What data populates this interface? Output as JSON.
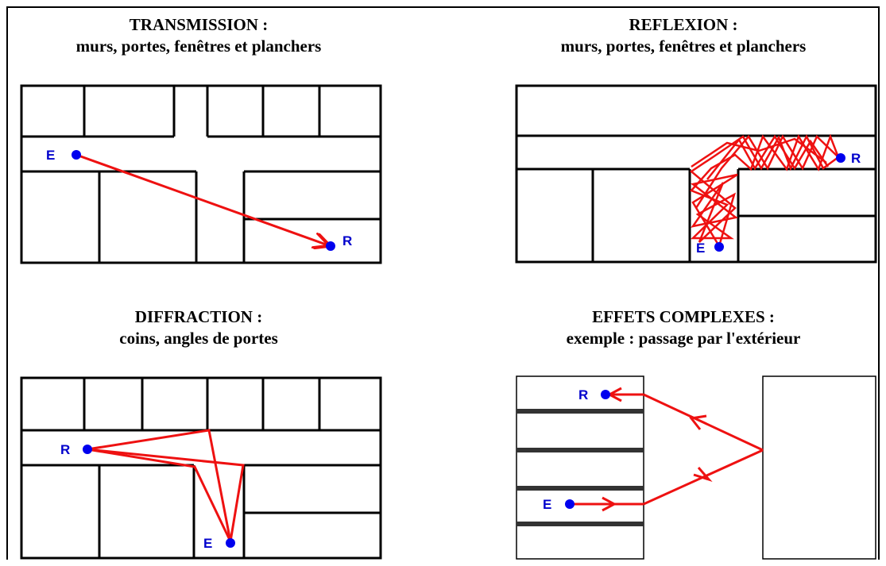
{
  "panels": {
    "transmission": {
      "title": "TRANSMISSION :",
      "subtitle": "murs, portes, fenêtres et planchers",
      "emitter": "E",
      "receiver": "R"
    },
    "reflexion": {
      "title": "REFLEXION :",
      "subtitle": "murs, portes,  fenêtres et planchers",
      "emitter": "E",
      "receiver": "R"
    },
    "diffraction": {
      "title": "DIFFRACTION :",
      "subtitle": "coins, angles de portes",
      "emitter": "E",
      "receiver": "R"
    },
    "complexes": {
      "title": "EFFETS COMPLEXES :",
      "subtitle": "exemple : passage par l'extérieur",
      "emitter": "E",
      "receiver": "R"
    }
  },
  "colors": {
    "wall": "#000000",
    "ray": "#ee1111",
    "point": "#0000ee",
    "label": "#0000cc",
    "slab": "#333333"
  }
}
